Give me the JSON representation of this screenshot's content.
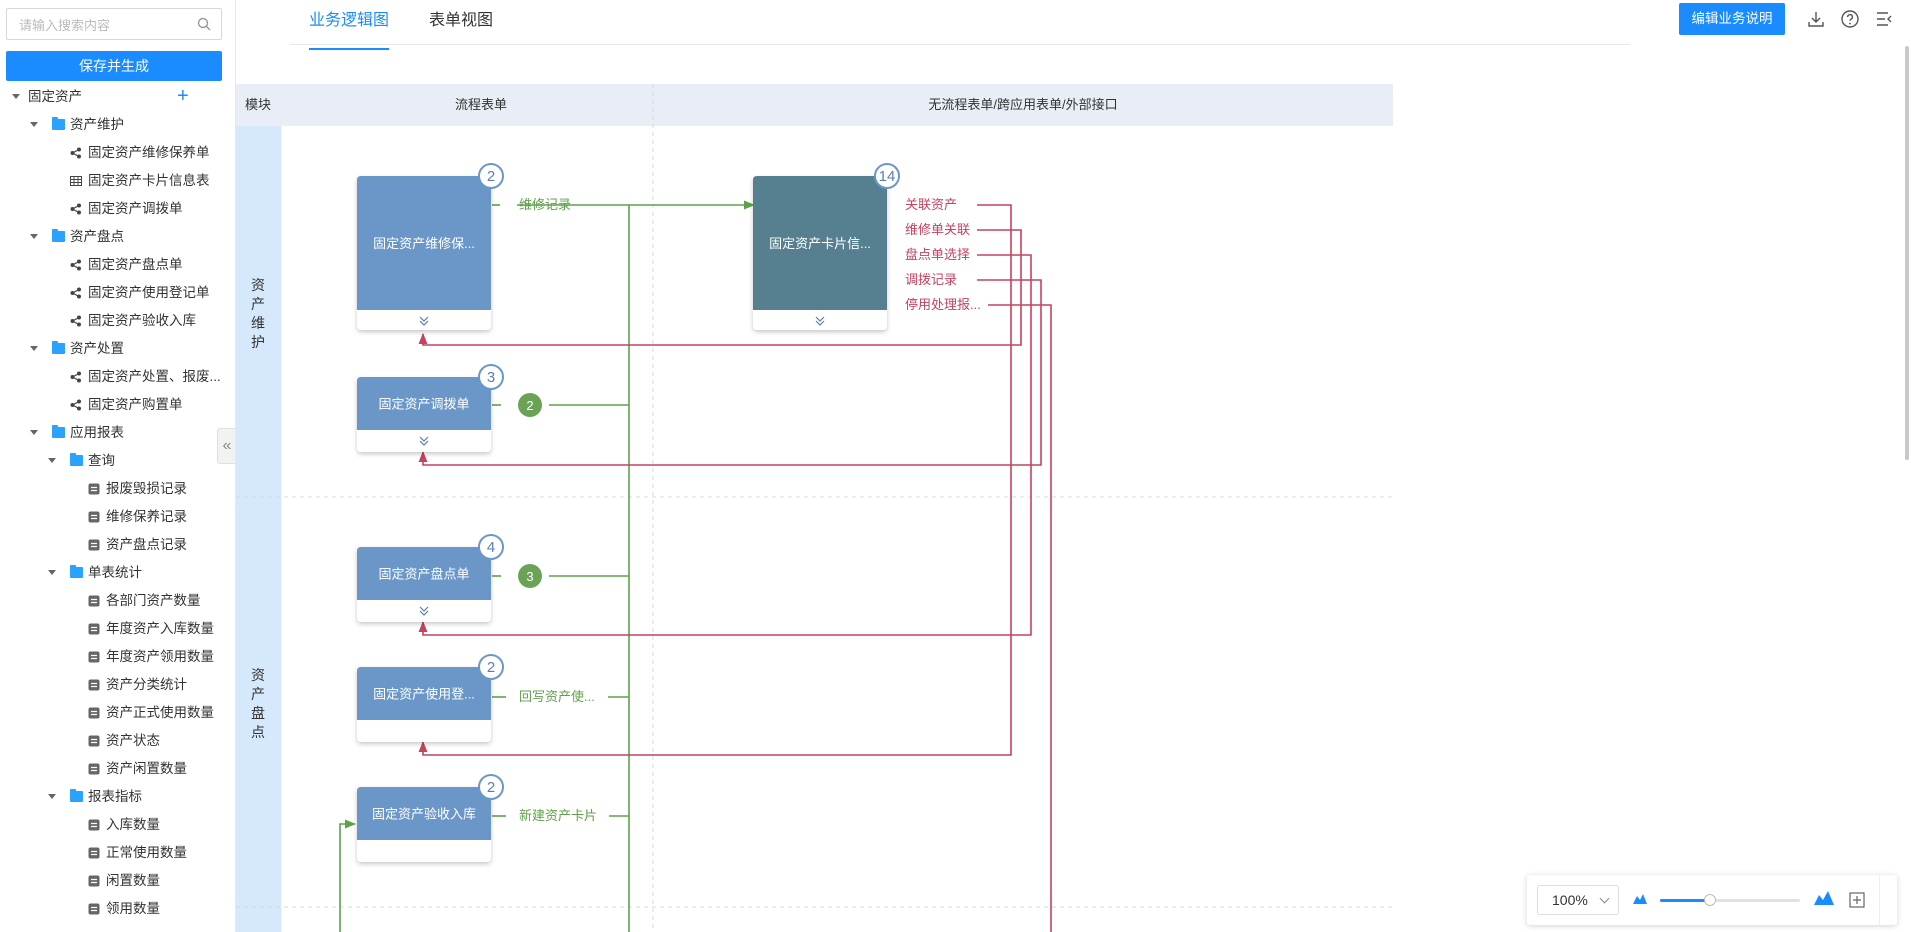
{
  "sidebar": {
    "search_placeholder": "请输入搜索内容",
    "save_label": "保存并生成",
    "tree": [
      {
        "label": "固定资产",
        "level": 0,
        "type": "root"
      },
      {
        "label": "资产维护",
        "level": 1,
        "type": "folder"
      },
      {
        "label": "固定资产维修保养单",
        "level": 2,
        "type": "flow"
      },
      {
        "label": "固定资产卡片信息表",
        "level": 2,
        "type": "table"
      },
      {
        "label": "固定资产调拨单",
        "level": 2,
        "type": "flow"
      },
      {
        "label": "资产盘点",
        "level": 1,
        "type": "folder"
      },
      {
        "label": "固定资产盘点单",
        "level": 2,
        "type": "flow"
      },
      {
        "label": "固定资产使用登记单",
        "level": 2,
        "type": "flow"
      },
      {
        "label": "固定资产验收入库",
        "level": 2,
        "type": "flow"
      },
      {
        "label": "资产处置",
        "level": 1,
        "type": "folder"
      },
      {
        "label": "固定资产处置、报废...",
        "level": 2,
        "type": "flow"
      },
      {
        "label": "固定资产购置单",
        "level": 2,
        "type": "flow"
      },
      {
        "label": "应用报表",
        "level": 1,
        "type": "folder"
      },
      {
        "label": "查询",
        "level": 2,
        "type": "folder"
      },
      {
        "label": "报废毁损记录",
        "level": 3,
        "type": "report"
      },
      {
        "label": "维修保养记录",
        "level": 3,
        "type": "report"
      },
      {
        "label": "资产盘点记录",
        "level": 3,
        "type": "report"
      },
      {
        "label": "单表统计",
        "level": 2,
        "type": "folder"
      },
      {
        "label": "各部门资产数量",
        "level": 3,
        "type": "report"
      },
      {
        "label": "年度资产入库数量",
        "level": 3,
        "type": "report"
      },
      {
        "label": "年度资产领用数量",
        "level": 3,
        "type": "report"
      },
      {
        "label": "资产分类统计",
        "level": 3,
        "type": "report"
      },
      {
        "label": "资产正式使用数量",
        "level": 3,
        "type": "report"
      },
      {
        "label": "资产状态",
        "level": 3,
        "type": "report"
      },
      {
        "label": "资产闲置数量",
        "level": 3,
        "type": "report"
      },
      {
        "label": "报表指标",
        "level": 2,
        "type": "folder"
      },
      {
        "label": "入库数量",
        "level": 3,
        "type": "report"
      },
      {
        "label": "正常使用数量",
        "level": 3,
        "type": "report"
      },
      {
        "label": "闲置数量",
        "level": 3,
        "type": "report"
      },
      {
        "label": "领用数量",
        "level": 3,
        "type": "report"
      }
    ]
  },
  "tabs": {
    "logic": "业务逻辑图",
    "form": "表单视图"
  },
  "header": {
    "edit_label": "编辑业务说明"
  },
  "grid": {
    "col_module": "模块",
    "col_flow": "流程表单",
    "col_other": "无流程表单/跨应用表单/外部接口",
    "modules": [
      {
        "label": "资产维护"
      },
      {
        "label": "资产盘点"
      }
    ]
  },
  "cards": [
    {
      "title": "固定资产维修保...",
      "badge": "2",
      "color": "#6b97c8"
    },
    {
      "title": "固定资产调拨单",
      "badge": "3",
      "color": "#6b97c8"
    },
    {
      "title": "固定资产盘点单",
      "badge": "4",
      "color": "#6b97c8"
    },
    {
      "title": "固定资产使用登...",
      "badge": "2",
      "color": "#6b97c8"
    },
    {
      "title": "固定资产验收入库",
      "badge": "2",
      "color": "#6b97c8"
    },
    {
      "title": "固定资产卡片信...",
      "badge": "14",
      "color": "#567f8f"
    }
  ],
  "links": {
    "green": [
      "维修记录",
      "2",
      "3",
      "回写资产使...",
      "新建资产卡片"
    ],
    "red": [
      "关联资产",
      "维修单关联",
      "盘点单选择",
      "调拨记录",
      "停用处理报..."
    ]
  },
  "colors": {
    "green": "#5fa14b",
    "red": "#c4435e",
    "accent": "#1a8cff"
  },
  "zoom": {
    "label": "100%",
    "level": 0.36
  }
}
